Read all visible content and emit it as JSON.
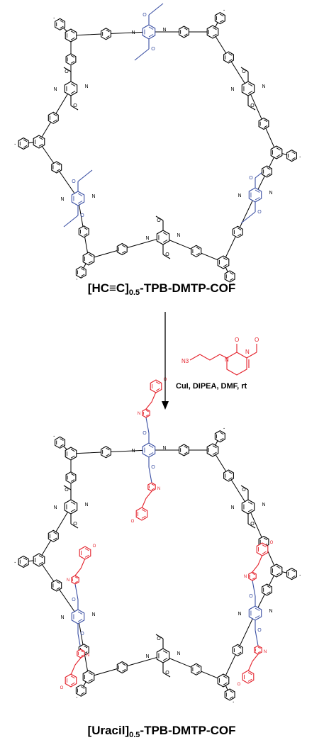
{
  "colors": {
    "framework": "#000000",
    "alkyne_linker": "#3a4fa3",
    "uracil_side_chain": "#e4202a",
    "background": "#ffffff"
  },
  "top_structure": {
    "label": "[HC≡C]0.5-TPB-DMTP-COF",
    "label_main": "[HC≡C]",
    "label_sub": "0.5",
    "label_tail": "-TPB-DMTP-COF"
  },
  "reaction": {
    "conditions": "CuI, DIPEA, DMF, rt",
    "reagent_azide": "N3",
    "reagent_atoms": [
      "N",
      "O",
      "O",
      "N"
    ]
  },
  "bottom_structure": {
    "label": "[Uracil]0.5-TPB-DMTP-COF",
    "label_main": "[Uracil]",
    "label_sub": "0.5",
    "label_tail": "-TPB-DMTP-COF"
  },
  "atom_labels": {
    "imine_n": "N",
    "oxygen": "O",
    "triazole_n": "N"
  }
}
